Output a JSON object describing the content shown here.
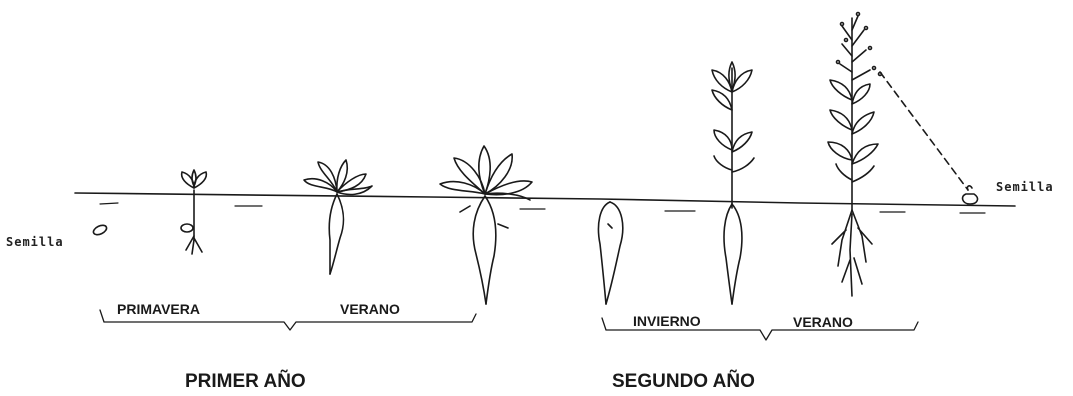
{
  "labels": {
    "seed_left": "Semilla",
    "seed_right": "Semilla",
    "spring": "PRIMAVERA",
    "summer_first": "VERANO",
    "winter": "INVIERNO",
    "summer_second": "VERANO",
    "first_year": "PRIMER AÑO",
    "second_year": "SEGUNDO AÑO"
  },
  "colors": {
    "ink": "#1a1a1a",
    "background": "#ffffff"
  }
}
